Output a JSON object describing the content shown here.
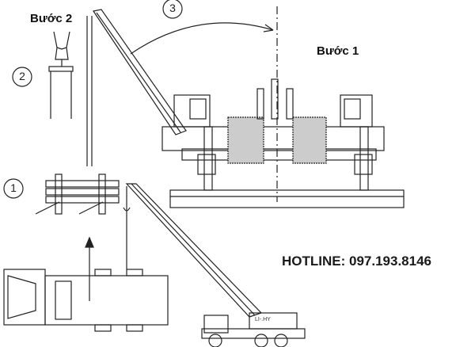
{
  "labels": {
    "step2": "Bước 2",
    "step1": "Bước 1",
    "hotline": "HOTLINE: 097.193.8146"
  },
  "markers": [
    "1",
    "2",
    "3"
  ],
  "crane_plate": "LI-.HY"
}
